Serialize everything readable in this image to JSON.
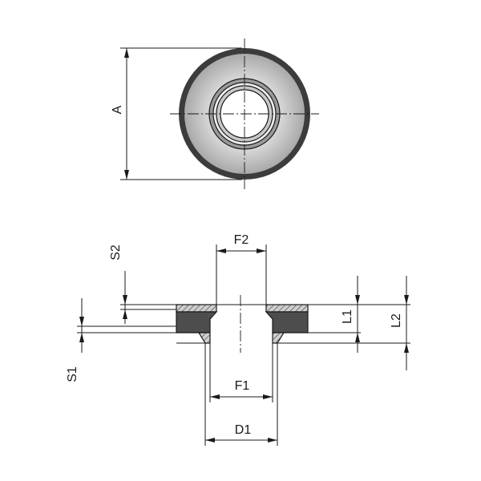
{
  "labels": {
    "A": "A",
    "F2": "F2",
    "S2": "S2",
    "S1": "S1",
    "L1": "L1",
    "L2": "L2",
    "F1": "F1",
    "D1": "D1"
  },
  "colors": {
    "line": "#1a1a1a",
    "face_light": "#e6e6e6",
    "face_mid": "#b8b8b8",
    "rim_dark": "#3c3c3c",
    "section_dark": "#4d4d4d",
    "section_light": "#cfcfcf"
  }
}
